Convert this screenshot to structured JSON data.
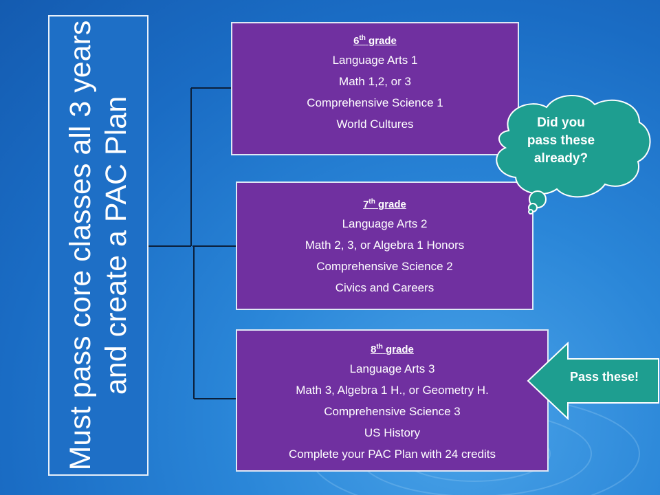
{
  "title": "Must pass core classes all 3 years and create a PAC Plan",
  "grades": [
    {
      "number": "6",
      "suffix": "th",
      "label": "grade",
      "courses": [
        "Language Arts 1",
        "Math 1,2, or 3",
        "Comprehensive Science 1",
        "World Cultures"
      ]
    },
    {
      "number": "7",
      "suffix": "th",
      "label": "grade",
      "courses": [
        "Language Arts 2",
        "Math 2, 3, or Algebra 1 Honors",
        "Comprehensive Science 2",
        "Civics and Careers"
      ]
    },
    {
      "number": "8",
      "suffix": "th",
      "label": "grade",
      "courses": [
        "Language Arts 3",
        "Math 3, Algebra 1 H., or Geometry H.",
        "Comprehensive Science 3",
        "US History",
        "Complete your PAC Plan with 24 credits"
      ]
    }
  ],
  "thought_bubble": {
    "lines": [
      "Did you",
      "pass these",
      "already?"
    ]
  },
  "callout_arrow": {
    "text": "Pass these!"
  },
  "colors": {
    "background": "#1a6cc4",
    "box_fill": "#7030a0",
    "callout_fill": "#1e9e90",
    "connector": "#0b1f3a"
  }
}
